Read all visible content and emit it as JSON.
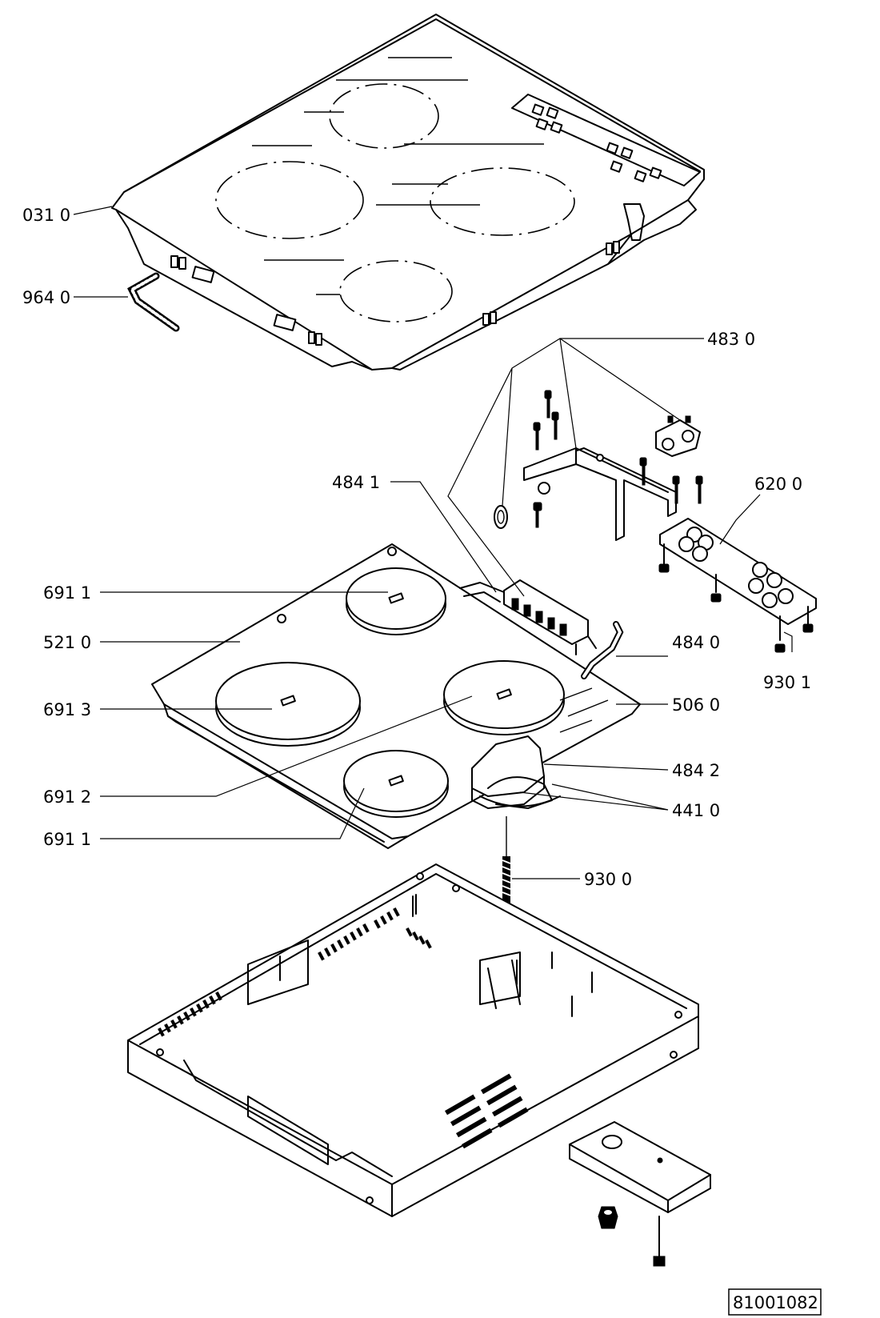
{
  "doc_number": "81001082",
  "callouts": {
    "c0310": "031  0",
    "c9640": "964 0",
    "c4830": "483  0",
    "c4841": "484  1",
    "c6200": "620 0",
    "c6911a": "691  1",
    "c5210": "521  0",
    "c4840": "484  0",
    "c9301": "930  1",
    "c6913": "691  3",
    "c5060": "506  0",
    "c4842": "484  2",
    "c6912": "691  2",
    "c4410": "441  0",
    "c6911b": "691  1",
    "c9300": "930  0"
  }
}
